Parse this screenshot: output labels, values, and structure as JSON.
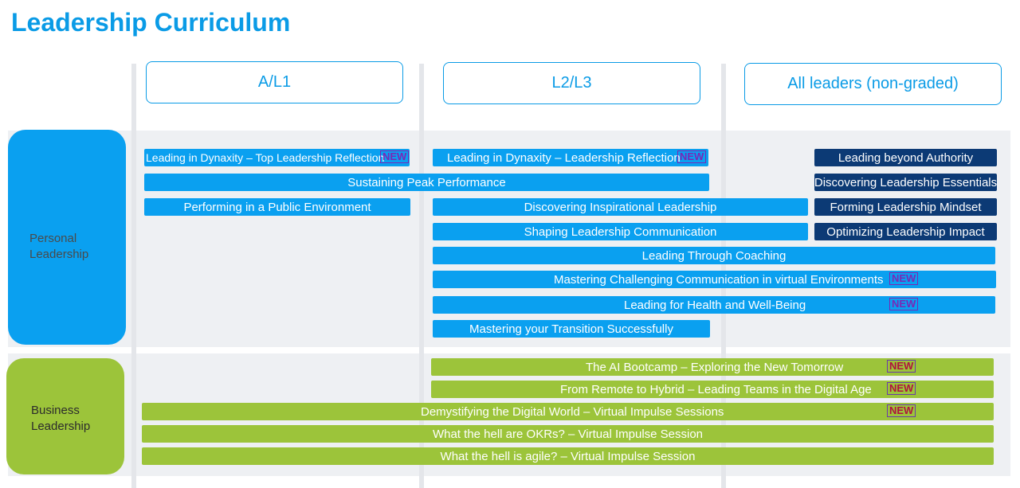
{
  "title": "Leadership Curriculum",
  "colors": {
    "accent_blue": "#0aa0f0",
    "navy": "#0c3a75",
    "green": "#9cc43a",
    "new_badge": "#7a28b5"
  },
  "columns": [
    "A/L1",
    "L2/L3",
    "All leaders (non-graded)"
  ],
  "rows": {
    "personal": {
      "label": "Personal\nLeadership"
    },
    "business": {
      "label": "Business\nLeadership"
    }
  },
  "badge_label": "NEW",
  "personal_courses": [
    {
      "label": "Leading in Dynaxity – Top Leadership Reflection",
      "new": true
    },
    {
      "label": "Leading in Dynaxity – Leadership Reflection",
      "new": true
    },
    {
      "label": "Sustaining Peak Performance",
      "new": false
    },
    {
      "label": "Performing in a Public Environment",
      "new": false
    },
    {
      "label": "Discovering Inspirational Leadership",
      "new": false
    },
    {
      "label": "Shaping Leadership Communication",
      "new": false
    },
    {
      "label": "Leading Through Coaching",
      "new": false
    },
    {
      "label": "Mastering Challenging Communication in virtual Environments",
      "new": true
    },
    {
      "label": "Leading for Health and Well-Being",
      "new": true
    },
    {
      "label": "Mastering your Transition Successfully",
      "new": false
    }
  ],
  "non_graded_courses": [
    "Leading beyond Authority",
    "Discovering Leadership Essentials",
    "Forming Leadership Mindset",
    "Optimizing Leadership Impact"
  ],
  "business_courses": [
    {
      "label": "The AI Bootcamp –  Exploring the New Tomorrow",
      "new": true
    },
    {
      "label": "From Remote to Hybrid – Leading Teams in the Digital Age",
      "new": true
    },
    {
      "label": "Demystifying the Digital World – Virtual Impulse Sessions",
      "new": true
    },
    {
      "label": "What the hell are OKRs? – Virtual Impulse Session",
      "new": false
    },
    {
      "label": "What the hell is agile? – Virtual Impulse Session",
      "new": false
    }
  ]
}
